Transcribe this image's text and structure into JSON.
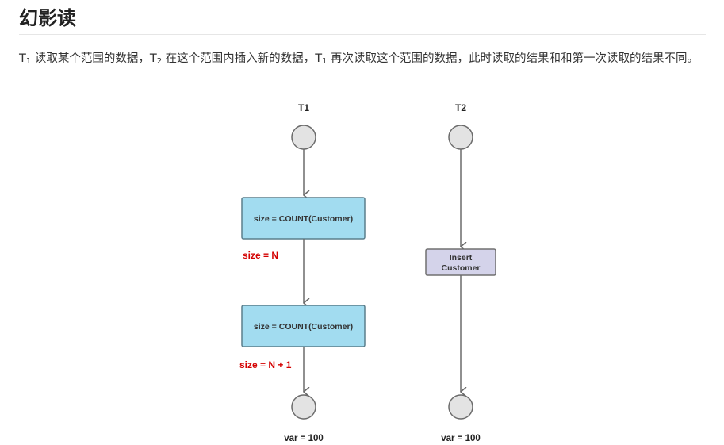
{
  "title": "幻影读",
  "description": {
    "t1a": "T",
    "t1a_sub": "1",
    "part1": " 读取某个范围的数据，",
    "t2": "T",
    "t2_sub": "2",
    "part2": " 在这个范围内插入新的数据，",
    "t1b": "T",
    "t1b_sub": "1",
    "part3": " 再次读取这个范围的数据，此时读取的结果和和第一次读取的结果不同。"
  },
  "diagram": {
    "t1_label": "T1",
    "t2_label": "T2",
    "count_box_1": "size = COUNT(Customer)",
    "count_box_2": "size = COUNT(Customer)",
    "size_note_1": "size = N",
    "size_note_2": "size = N + 1",
    "insert_line1": "Insert",
    "insert_line2": "Customer",
    "t1_footer": "var = 100",
    "t2_footer": "var = 100"
  },
  "colors": {
    "box_fill": "#a2dcf0",
    "box_stroke": "#5b7e8c",
    "insert_fill": "#d4d3ea",
    "insert_stroke": "#707070",
    "node_fill": "#e3e3e3",
    "line": "#6b6b6b",
    "note_red": "#d40000"
  }
}
